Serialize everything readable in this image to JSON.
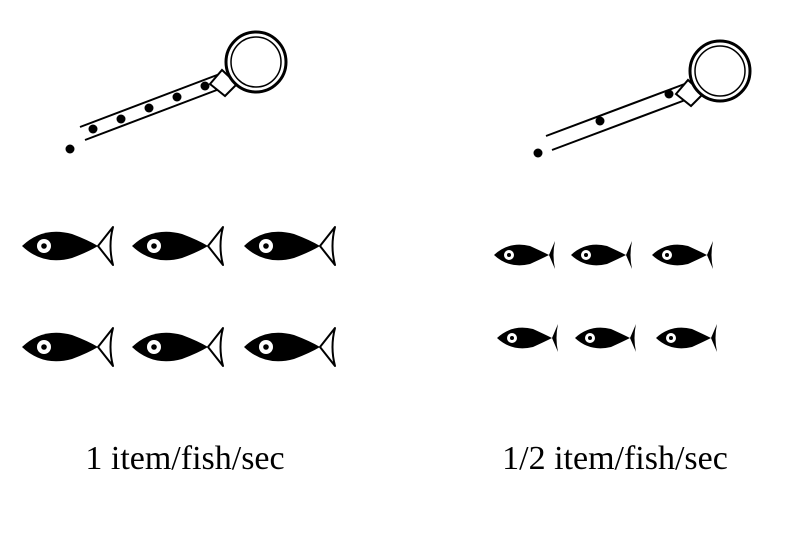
{
  "panels": [
    {
      "caption": "1 item/fish/sec",
      "fish_count": 6,
      "fish_size": "large",
      "dots_in_feeder": 5
    },
    {
      "caption": "1/2 item/fish/sec",
      "fish_count": 6,
      "fish_size": "small",
      "dots_in_feeder": 2
    }
  ],
  "colors": {
    "ink": "#000000",
    "background": "#ffffff"
  },
  "icons": [
    "feeder-tube-icon",
    "food-pellet-icon",
    "fish-icon"
  ]
}
